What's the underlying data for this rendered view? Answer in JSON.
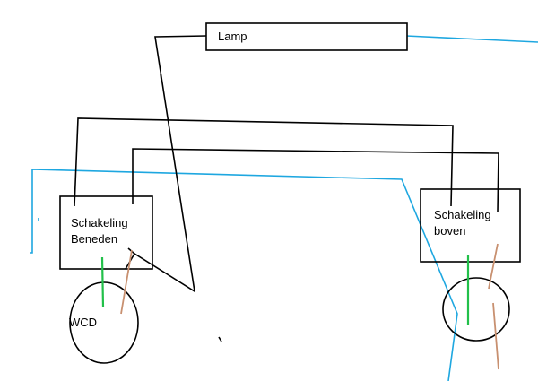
{
  "labels": {
    "lamp": "Lamp",
    "switch_down_line1": "Schakeling",
    "switch_down_line2": "Beneden",
    "switch_up_line1": "Schakeling",
    "switch_up_line2": "boven",
    "socket": "WCD"
  },
  "colors": {
    "neutral_wire": "#1ea7e0",
    "earth_wire": "#22c04a",
    "live_wire": "#c89070",
    "switch_wire": "#000000"
  }
}
